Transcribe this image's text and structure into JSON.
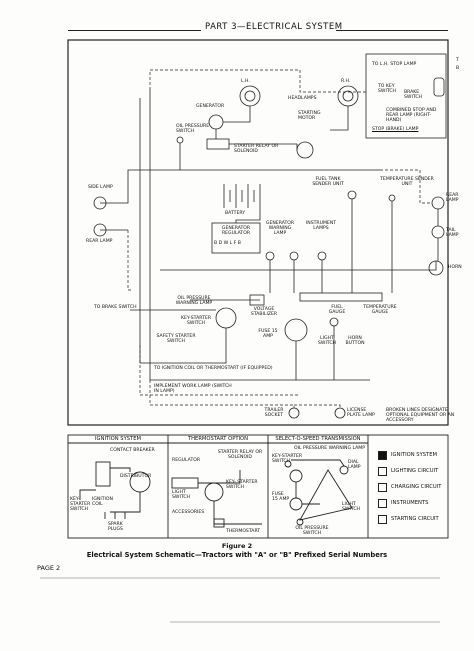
{
  "header": {
    "title": "PART 3—ELECTRICAL SYSTEM"
  },
  "labels": {
    "lh": "L.H.",
    "rh": "R.H.",
    "headlamps": "HEADLAMPS",
    "to_lh_stop_lamp": "TO L.H. STOP LAMP",
    "to_key_switch": "TO KEY SWITCH",
    "brake_switch": "BRAKE SWITCH",
    "combined_stop": "COMBINED STOP AND REAR LAMP (RIGHT-HAND)",
    "stop_brake_lamp": "STOP (BRAKE) LAMP",
    "corner_t": "T",
    "corner_b": "B",
    "generator": "GENERATOR",
    "oil_pressure_switch": "OIL PRESSURE SWITCH",
    "starting_motor": "STARTING MOTOR",
    "starter_relay": "STARTER RELAY OR SOLENOID",
    "fuel_tank_sender": "FUEL TANK SENDER UNIT",
    "temp_sender": "TEMPERATURE SENDER UNIT",
    "side_lamp": "SIDE LAMP",
    "rear_lamp_left": "REAR LAMP",
    "rear_lamp_right": "REAR LAMP",
    "battery": "BATTERY",
    "tail_lamp": "TAIL LAMP",
    "horn": "HORN",
    "generator_regulator": "GENERATOR REGULATOR",
    "reg_terminals": "B D W L F B",
    "gen_warning_lamp": "GENERATOR WARNING LAMP",
    "instrument_lamps": "INSTRUMENT LAMPS",
    "to_brake_switch": "TO BRAKE SWITCH",
    "oil_pressure_warning": "OIL PRESSURE WARNING LAMP",
    "key_starter_switch": "KEY-STARTER SWITCH",
    "voltage_stabilizer": "VOLTAGE STABILIZER",
    "fuel_gauge": "FUEL GAUGE",
    "temperature_gauge": "TEMPERATURE GAUGE",
    "safety_starter_switch": "SAFETY STARTER SWITCH",
    "fuse": "FUSE 15 AMP",
    "light_switch": "LIGHT SWITCH",
    "horn_button": "HORN BUTTON",
    "to_ignition_coil": "TO IGNITION COIL OR THERMOSTART (IF EQUIPPED)",
    "implement_work_lamp": "IMPLEMENT WORK LAMP (SWITCH IN LAMP)",
    "trailer_socket": "TRAILER SOCKET",
    "license_plate_lamp": "LICENSE PLATE LAMP",
    "broken_lines_note": "BROKEN LINES DESIGNATE OPTIONAL EQUIPMENT OR AN ACCESSORY"
  },
  "insets": {
    "ignition": {
      "title": "IGNITION SYSTEM",
      "contact_breaker": "CONTACT BREAKER",
      "distributor": "DISTRIBUTOR",
      "key_starter_switch": "KEY- STARTER SWITCH",
      "ignition_coil": "IGNITION COIL",
      "spark_plugs": "SPARK PLUGS"
    },
    "thermostart": {
      "title": "THERMOSTART OPTION",
      "regulator": "REGULATOR",
      "starter_relay": "STARTER RELAY OR SOLENOID",
      "light_switch": "LIGHT SWITCH",
      "key_starter_switch": "KEY- STARTER SWITCH",
      "accessories": "ACCESSORIES",
      "thermostart": "THERMOSTART"
    },
    "select_o_speed": {
      "title": "SELECT-O-SPEED TRANSMISSION",
      "oil_warning_lamp": "OIL PRESSURE WARNING LAMP",
      "key_starter_switch": "KEY-STARTER SWITCH",
      "dial_lamp": "DIAL LAMP",
      "fuse": "FUSE 15 AMP",
      "light_switch": "LIGHT SWITCH",
      "oil_pressure_switch": "OIL PRESSURE SWITCH"
    }
  },
  "legend": [
    {
      "label": "IGNITION SYSTEM",
      "filled": true
    },
    {
      "label": "LIGHTING CIRCUIT",
      "filled": false
    },
    {
      "label": "CHARGING CIRCUIT",
      "filled": false
    },
    {
      "label": "INSTRUMENTS",
      "filled": false
    },
    {
      "label": "STARTING CIRCUIT",
      "filled": false
    }
  ],
  "figure": {
    "number": "Figure 2",
    "caption": "Electrical System Schematic—Tractors with \"A\" or \"B\" Prefixed Serial Numbers"
  },
  "page_number": "PAGE 2"
}
